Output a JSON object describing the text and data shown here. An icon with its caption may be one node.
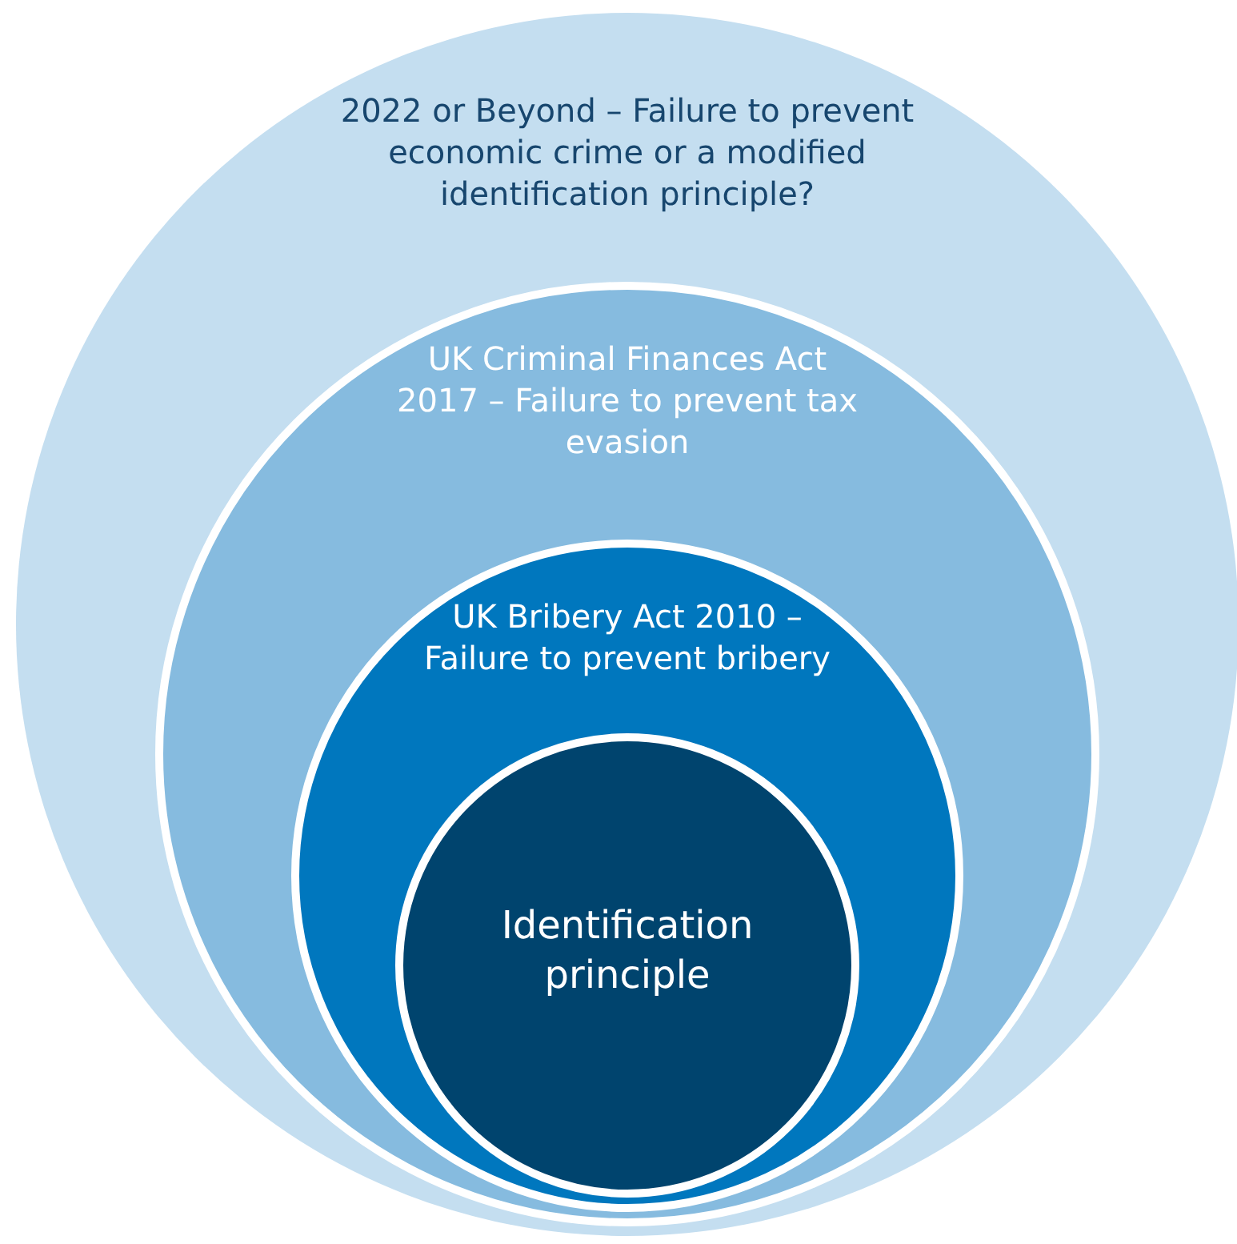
{
  "diagram": {
    "nodes": [
      {
        "text": [
          "2022 or Beyond – Failure to prevent economic crime or a modified identification principle?"
        ]
      },
      {
        "text": [
          "UK Criminal Finances Act 2017 – Failure to prevent tax evasion"
        ],
        "in": 0
      },
      {
        "text": [
          "UK Bribery Act 2010 – Failure to prevent bribery"
        ],
        "in": 1
      },
      {
        "text": [
          "Identification principle"
        ],
        "in": 2
      }
    ]
  }
}
